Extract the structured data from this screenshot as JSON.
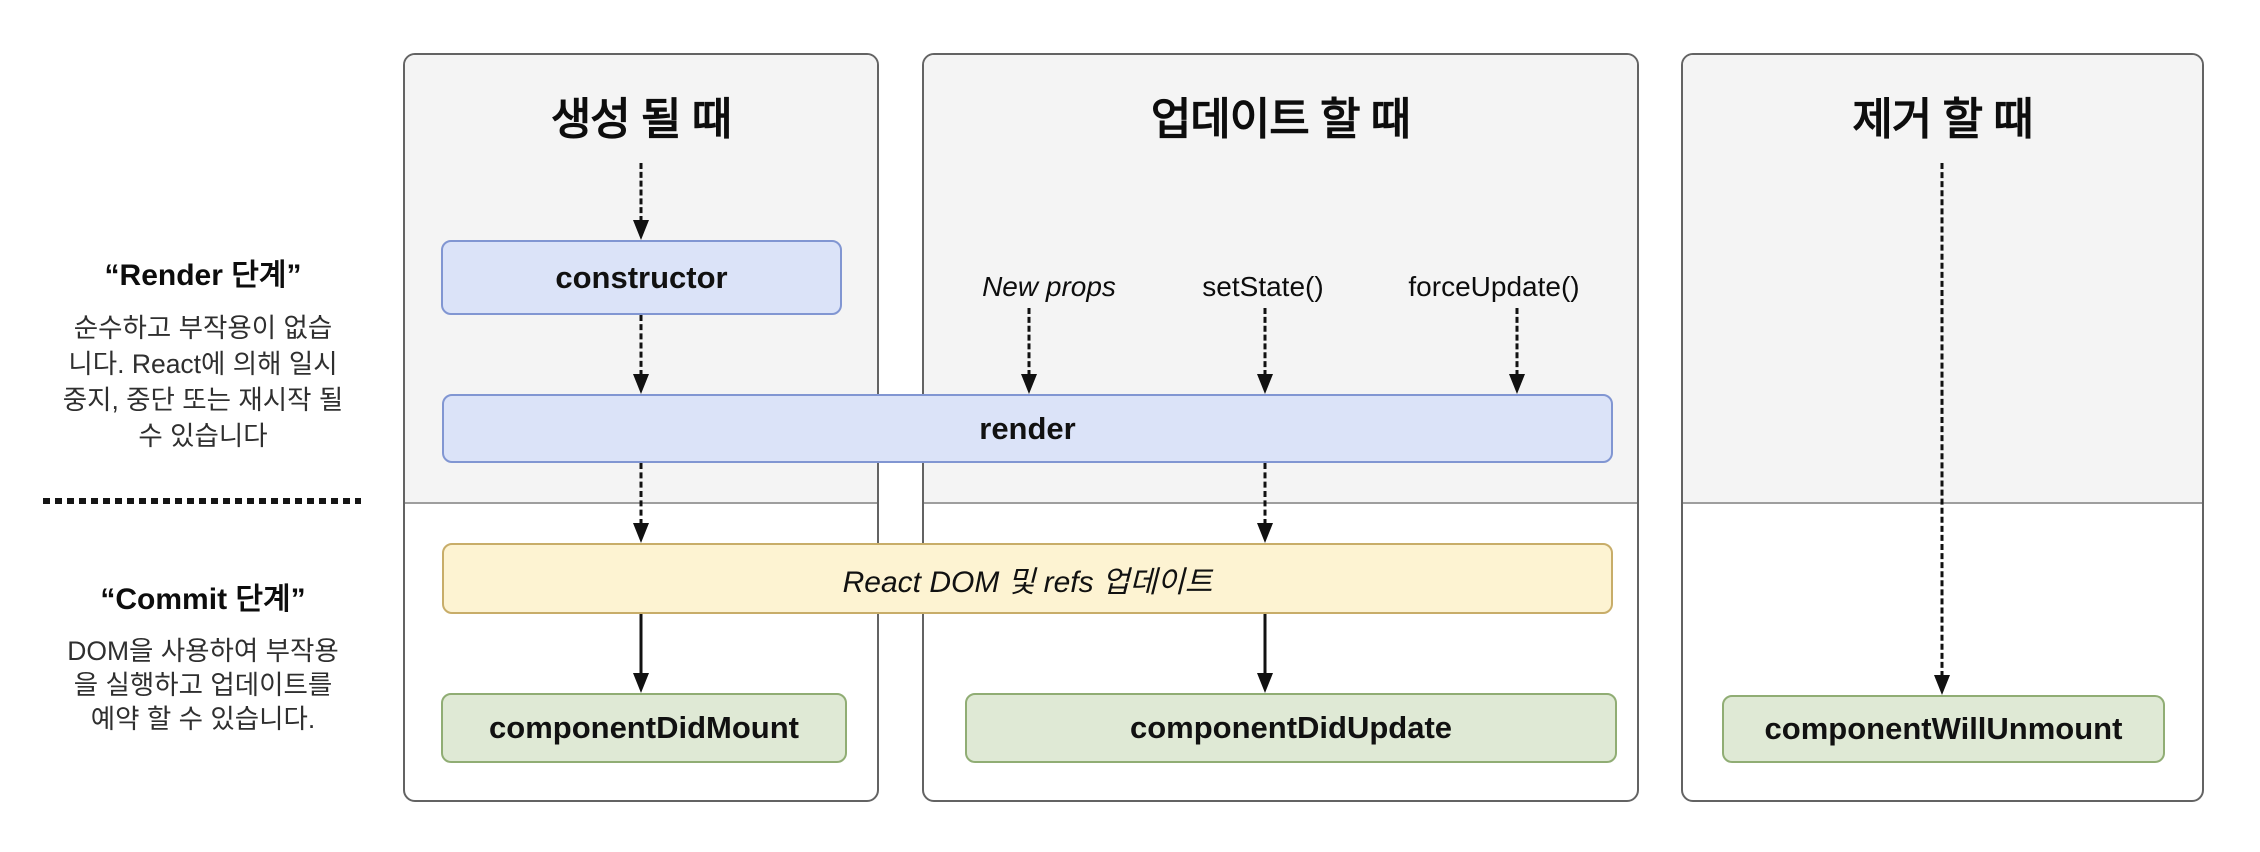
{
  "sidebar": {
    "render_phase": {
      "title": "“Render 단계”",
      "lines": [
        "순수하고 부작용이 없습",
        "니다. React에 의해 일시",
        "중지, 중단 또는 재시작 될",
        "수 있습니다"
      ]
    },
    "commit_phase": {
      "title": "“Commit 단계”",
      "lines": [
        "DOM을 사용하여 부작용",
        "을 실행하고 업데이트를",
        "예약 할 수 있습니다."
      ]
    }
  },
  "columns": {
    "mount": {
      "title": "생성 될 때"
    },
    "update": {
      "title": "업데이트 할 때",
      "triggers": [
        "New props",
        "setState()",
        "forceUpdate()"
      ]
    },
    "unmount": {
      "title": "제거 할 때"
    }
  },
  "nodes": {
    "constructor": "constructor",
    "render": "render",
    "react_dom_update": "React DOM 및 refs 업데이트",
    "component_did_mount": "componentDidMount",
    "component_did_update": "componentDidUpdate",
    "component_will_unmount": "componentWillUnmount"
  },
  "colors": {
    "panel-bg": "#f4f4f4",
    "panel-border": "#636363",
    "divider": "#9e9e9e",
    "blue-bg": "#dbe3f8",
    "blue-border": "#8196d2",
    "yellow-bg": "#fdf3d2",
    "yellow-border": "#c8ad69",
    "green-bg": "#dfe9d5",
    "green-border": "#90ad74",
    "ink": "#111111"
  }
}
